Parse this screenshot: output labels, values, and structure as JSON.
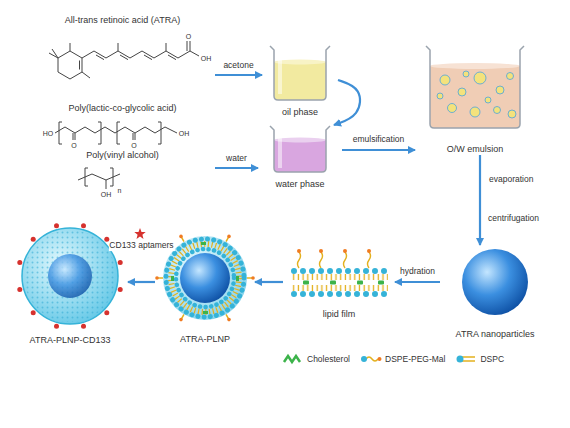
{
  "diagram": {
    "nodes": [
      {
        "text": [
          "All-trans retinoic acid (ATRA)"
        ]
      },
      {
        "text": [
          "Poly(lactic-co-glycolic acid)"
        ]
      },
      {
        "text": [
          "Poly(vinyl alcohol)"
        ]
      },
      {
        "text": [
          "oil phase"
        ]
      },
      {
        "text": [
          "water phase"
        ]
      },
      {
        "text": [
          "O/W emulsion"
        ]
      },
      {
        "text": [
          "ATRA nanoparticles"
        ]
      },
      {
        "text": [
          "lipid film"
        ]
      },
      {
        "text": [
          "ATRA-PLNP"
        ]
      },
      {
        "text": [
          "ATRA-PLNP-CD133"
        ]
      }
    ],
    "edges": [
      {
        "from": 0,
        "to": 3,
        "label": "acetone",
        "arrow": "to"
      },
      {
        "from": 2,
        "to": 4,
        "label": "water",
        "arrow": "to"
      },
      {
        "from": 3,
        "to": 4,
        "arrow": "to"
      },
      {
        "from": 4,
        "to": 5,
        "label": "emulsification",
        "arrow": "to"
      },
      {
        "from": 5,
        "to": 6,
        "label": "evaporation",
        "arrow": "to"
      },
      {
        "from": 6,
        "to": 7,
        "label": "hydration",
        "arrow": "to"
      },
      {
        "from": 7,
        "to": 8,
        "arrow": "to"
      },
      {
        "from": 8,
        "to": 9,
        "label": "CD133 aptamers",
        "arrow": "to"
      }
    ],
    "labels": [
      "O",
      "OH",
      "HO",
      "O",
      "O",
      "OH",
      "OH",
      "n",
      "centrifugation"
    ],
    "legend": [
      {
        "text": "Cholesterol"
      },
      {
        "text": "DSPE-PEG-Mal"
      },
      {
        "text": "DSPC"
      }
    ]
  }
}
